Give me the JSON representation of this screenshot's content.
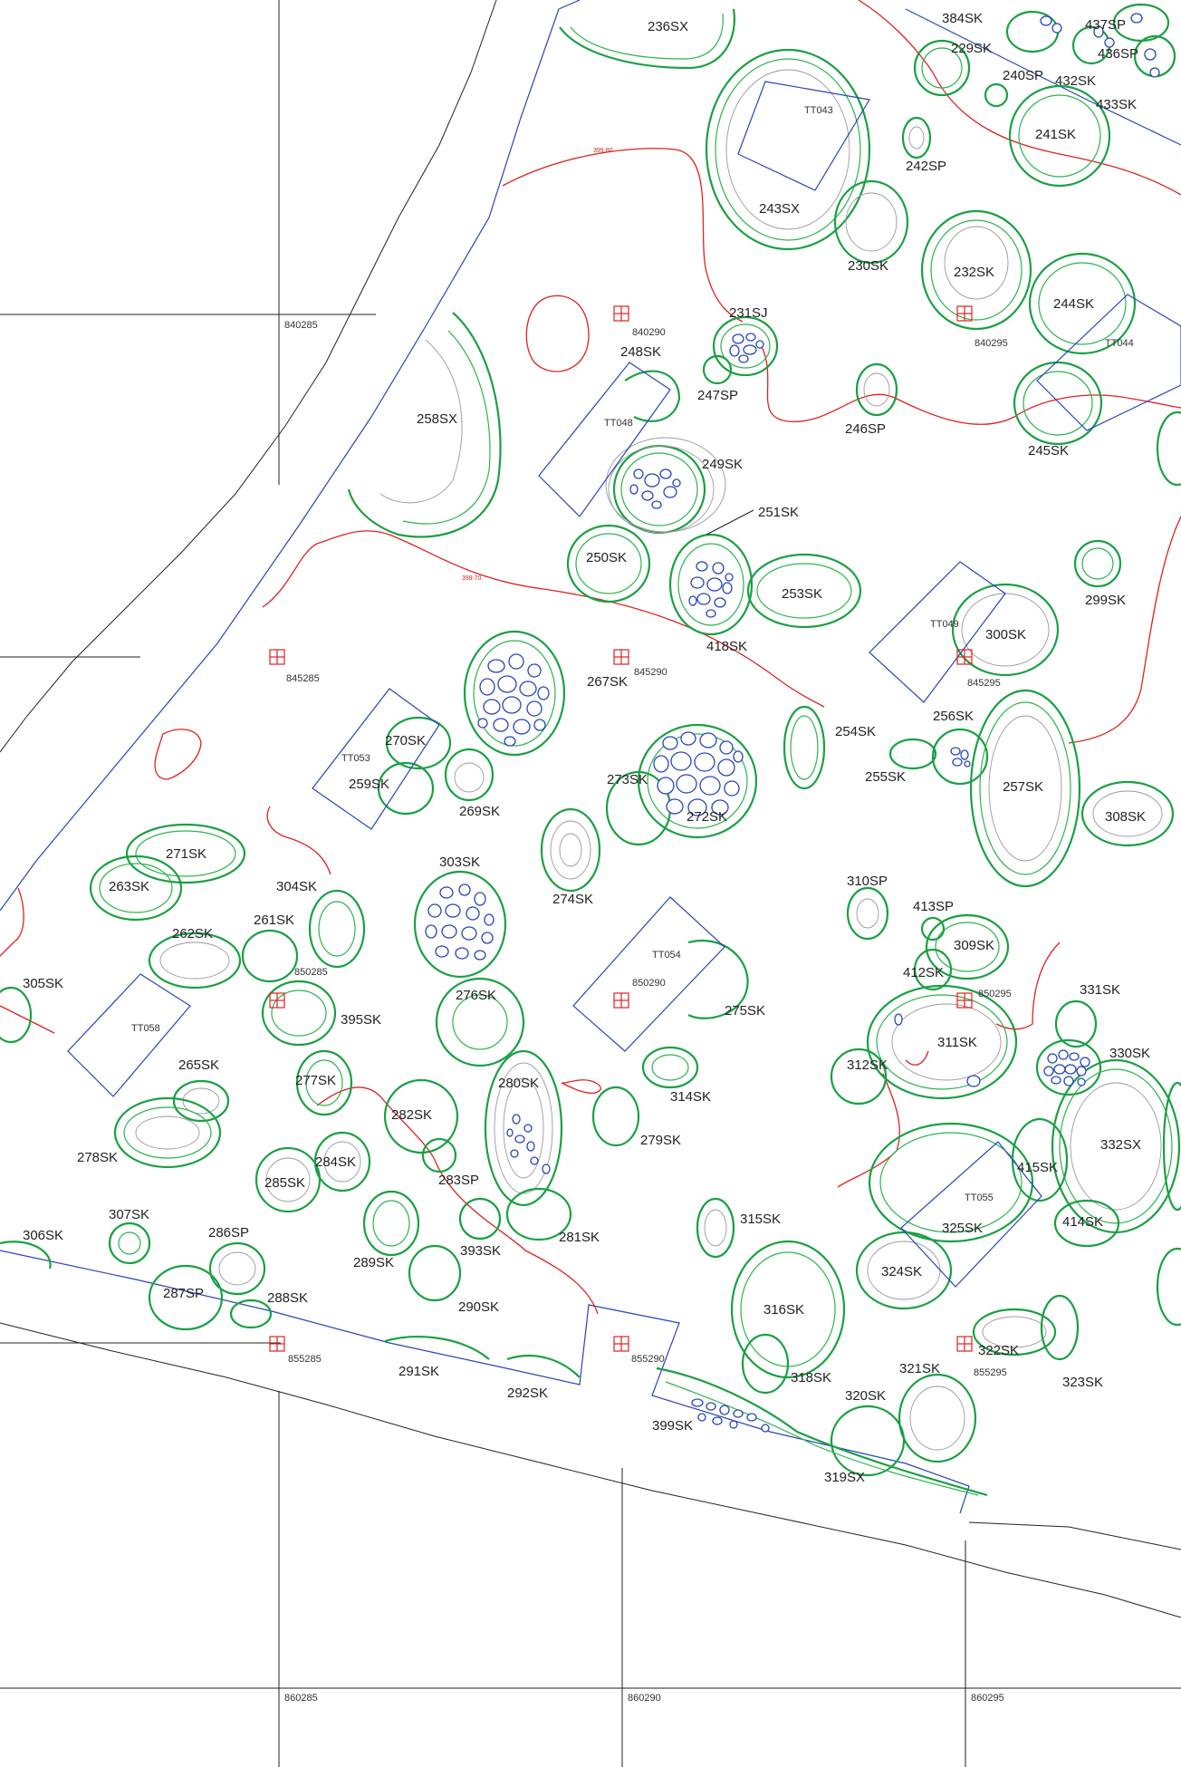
{
  "grid_points": [
    {
      "id": "gp-840290",
      "label": "840290"
    },
    {
      "id": "gp-840295",
      "label": "840295"
    },
    {
      "id": "gp-845285",
      "label": "845285"
    },
    {
      "id": "gp-845290",
      "label": "845290"
    },
    {
      "id": "gp-845295",
      "label": "845295"
    },
    {
      "id": "gp-850285",
      "label": "850285"
    },
    {
      "id": "gp-850290",
      "label": "850290"
    },
    {
      "id": "gp-850295",
      "label": "850295"
    },
    {
      "id": "gp-855285",
      "label": "855285"
    },
    {
      "id": "gp-855290",
      "label": "855290"
    },
    {
      "id": "gp-855295",
      "label": "855295"
    }
  ],
  "grid_labels": [
    "840285",
    "860285",
    "860290",
    "860295"
  ],
  "trenches": [
    "TT043",
    "TT044",
    "TT048",
    "TT049",
    "TT053",
    "TT054",
    "TT055",
    "TT058"
  ],
  "features": [
    "236SX",
    "384SK",
    "229SK",
    "437SP",
    "436SP",
    "432SK",
    "433SK",
    "240SP",
    "241SK",
    "243SX",
    "242SP",
    "230SK",
    "232SK",
    "244SK",
    "231SJ",
    "248SK",
    "247SP",
    "246SP",
    "245SK",
    "258SX",
    "249SK",
    "251SK",
    "250SK",
    "253SK",
    "418SK",
    "299SK",
    "300SK",
    "267SK",
    "270SK",
    "259SK",
    "269SK",
    "254SK",
    "256SK",
    "255SK",
    "257SK",
    "273SK",
    "272SK",
    "308SK",
    "271SK",
    "263SK",
    "304SK",
    "303SK",
    "274SK",
    "310SP",
    "413SP",
    "309SK",
    "262SK",
    "261SK",
    "412SK",
    "331SK",
    "305SK",
    "276SK",
    "275SK",
    "395SK",
    "311SK",
    "312SK",
    "330SK",
    "265SK",
    "277SK",
    "280SK",
    "314SK",
    "278SK",
    "282SK",
    "279SK",
    "332SX",
    "284SK",
    "285SK",
    "283SP",
    "415SK",
    "325SK",
    "414SK",
    "307SK",
    "306SK",
    "286SP",
    "289SK",
    "393SK",
    "281SK",
    "315SK",
    "287SP",
    "288SK",
    "290SK",
    "324SK",
    "316SK",
    "291SK",
    "292SK",
    "318SK",
    "322SK",
    "321SK",
    "323SK",
    "399SK",
    "320SK",
    "319SX"
  ],
  "contour_labels": [
    "399.80",
    "399.70"
  ]
}
